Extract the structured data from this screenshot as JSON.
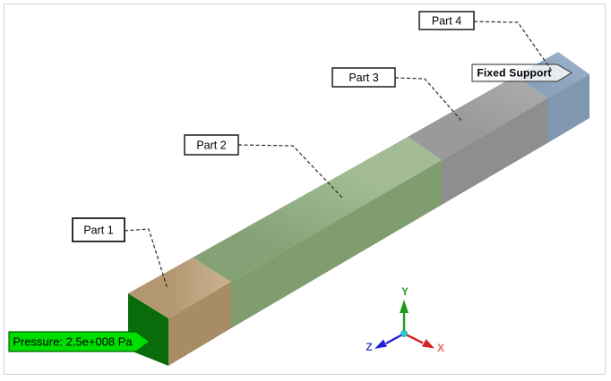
{
  "viewport": {
    "background_color": "#ffffff",
    "frame_color": "#d3d3d3"
  },
  "model": {
    "pressure_face_color": "#0a6b0a",
    "parts": [
      {
        "label": "Part 1",
        "top_color": "#b29770",
        "top_light": "#c9b08f",
        "side_color": "#a78c66"
      },
      {
        "label": "Part 2",
        "top_color": "#84a275",
        "top_light": "#a3bc95",
        "side_color": "#7f9d6f"
      },
      {
        "label": "Part 3",
        "top_color": "#9a9a9a",
        "top_light": "#ababab",
        "side_color": "#8e8e8e"
      },
      {
        "label": "Part 4",
        "top_color": "#8aa1bb",
        "top_light": "#9db2c9",
        "side_color": "#8097b2"
      }
    ]
  },
  "callouts": {
    "leader_color": "#2b2b2b",
    "part_box": {
      "fill_color": "#ffffff",
      "border_color": "#1c1c1c",
      "text_color": "#000000"
    },
    "pressure": {
      "label": "Pressure: 2.5e+008 Pa",
      "fill_color": "#00dd00",
      "border_color": "#006600",
      "text_color": "#000000"
    },
    "fixed_support": {
      "label": "Fixed Support",
      "fill_color": "rgba(255,255,255,0.78)",
      "border_color": "#4d4d4d",
      "text_color": "#000000"
    }
  },
  "triad": {
    "origin_color": "#35c4d0",
    "x": {
      "label": "X",
      "arrow_color": "#d32424",
      "label_color": "#e46a6a"
    },
    "y": {
      "label": "Y",
      "arrow_color": "#22991e",
      "label_color": "#2fa52f"
    },
    "z": {
      "label": "Z",
      "arrow_color": "#2222d3",
      "label_color": "#4040d8"
    }
  }
}
